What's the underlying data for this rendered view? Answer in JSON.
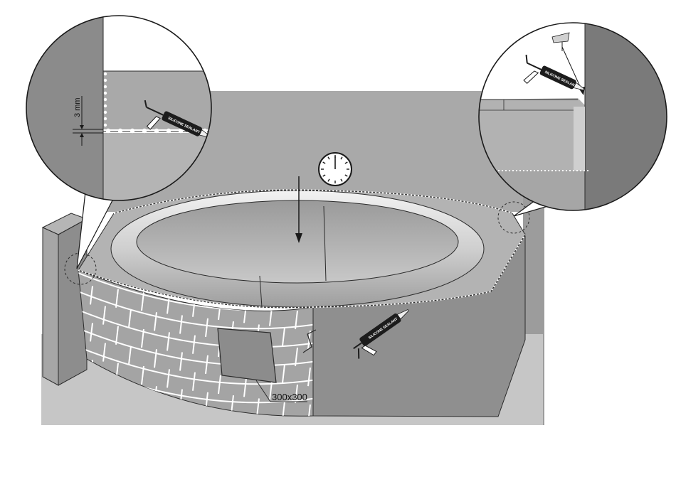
{
  "annotations": {
    "gap_label": "3 mm",
    "panel_label": "300x300"
  },
  "sealant_gun": {
    "label": "SILICONE SEALANT"
  },
  "icons": {
    "clock": "clock-icon",
    "arrow": "down-arrow-icon",
    "flag": "flag-icon",
    "gun": "sealant-gun-icon"
  },
  "colors": {
    "wall": "#a9a9a9",
    "wall_dark": "#7a7a7a",
    "floor": "#c9c9c9",
    "tile_face": "#a4a4a4",
    "panel_face": "#8f8f8f",
    "tub_rim": "#d8d8d8",
    "tub_inner": "#bdbdbd",
    "outline": "#2b2b2b",
    "sealant_dots": "#ffffff"
  }
}
